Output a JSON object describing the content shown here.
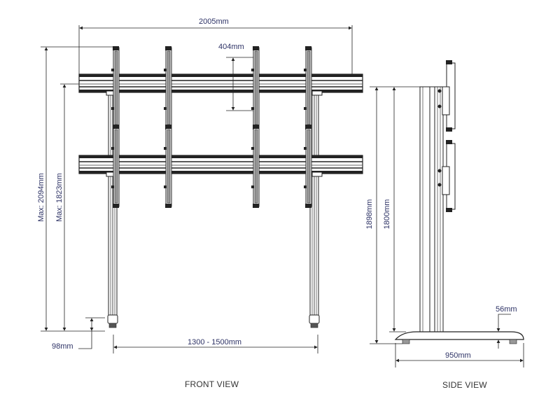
{
  "front_view": {
    "title": "FRONT VIEW",
    "dimensions": {
      "total_width": "2005mm",
      "bracket_height": "404mm",
      "max_height_total": "Max: 2094mm",
      "max_height_rail": "Max: 1823mm",
      "foot_height": "98mm",
      "leg_spacing": "1300 - 1500mm"
    }
  },
  "side_view": {
    "title": "SIDE VIEW",
    "dimensions": {
      "total_height": "1898mm",
      "column_height": "1800mm",
      "base_height": "56mm",
      "base_depth": "950mm"
    }
  },
  "colors": {
    "dimension_text": "#2e3366",
    "line": "#222222",
    "metal_fill": "#9a9a9a"
  }
}
